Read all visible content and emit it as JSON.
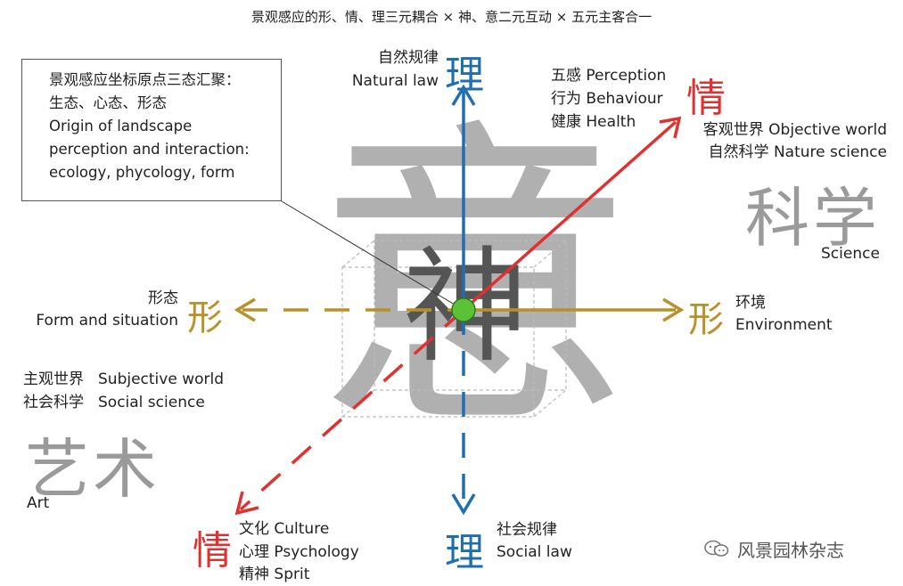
{
  "title": "景观感应的形、情、理三元耦合 × 神、意二元互动 × 五元主客合一",
  "center": {
    "yi": "意",
    "shen": "神"
  },
  "note": {
    "lines": [
      "景观感应坐标原点三态汇聚：",
      "生态、心态、形态",
      "Origin of landscape",
      "perception and interaction:",
      "ecology, phycology,  form"
    ]
  },
  "top": {
    "char": "理",
    "zh": "自然规律",
    "en": "Natural law"
  },
  "bottom": {
    "char": "理",
    "zh": "社会规律",
    "en": "Social law"
  },
  "left": {
    "char": "形",
    "zh": "形态",
    "en": "Form and situation"
  },
  "right": {
    "char": "形",
    "zh": "环境",
    "en": "Environment"
  },
  "upper_right": {
    "char": "情",
    "line1": "五感 Perception",
    "line2": "行为 Behaviour",
    "line3": "健康 Health",
    "world": "客观世界 Objective world",
    "science": "自然科学 Nature science",
    "big": "科学",
    "big_en": "Science"
  },
  "lower_left": {
    "char": "情",
    "line1": "文化 Culture",
    "line2": "心理 Psychology",
    "line3": "精神 Sprit",
    "world_zh": "主观世界",
    "world_en": "Subjective world",
    "science_zh": "社会科学",
    "science_en": "Social science",
    "big": "艺术",
    "big_en": "Art"
  },
  "watermark": {
    "text": "风景园林杂志",
    "icon": "wechat-icon"
  },
  "colors": {
    "li_blue": "#1f6fb0",
    "qing_red": "#e03030",
    "xing_gold": "#b8912a",
    "origin_green": "#5bc236",
    "grey_text": "#9a9a9a"
  }
}
